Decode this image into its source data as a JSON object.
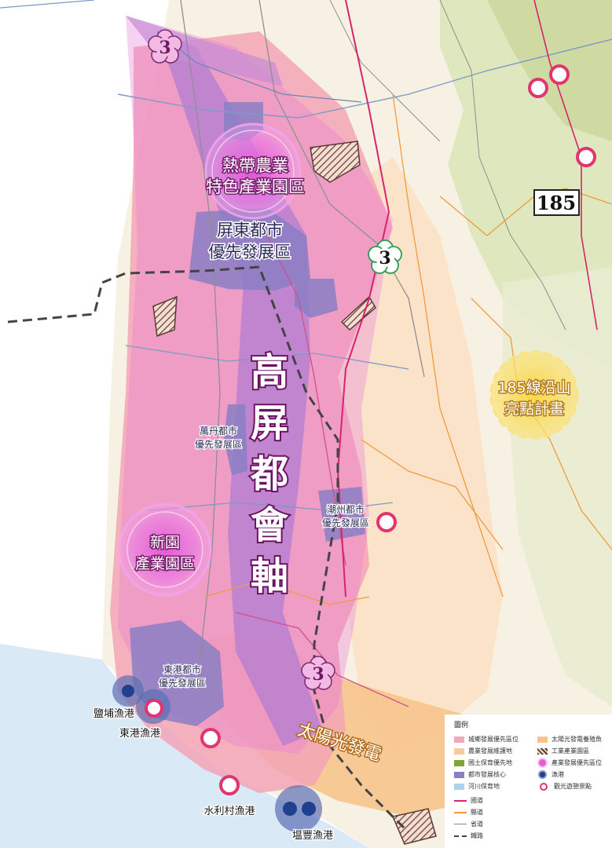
{
  "map": {
    "axis_title": "高屏都會軸",
    "axis_chars": [
      "高",
      "屏",
      "都",
      "會",
      "軸"
    ],
    "labels": {
      "tropical_park": [
        "熱帶農業",
        "特色產業園區"
      ],
      "pingtung_city": [
        "屏東都市",
        "優先發展區"
      ],
      "wandan_city": [
        "萬丹都市",
        "優先發展區"
      ],
      "chaozhou_city": [
        "潮州都市",
        "優先發展區"
      ],
      "xinyuan_park": [
        "新園",
        "產業園區"
      ],
      "donggang_city": [
        "東港都市",
        "優先發展區"
      ],
      "route185_plan": [
        "185線沿山",
        "亮點計畫"
      ],
      "solar": "太陽光發電",
      "yanpu_port": "鹽埔漁港",
      "donggang_port": "東港漁港",
      "shuilicun_port": "水利村漁港",
      "tapu_port": "塭豐漁港"
    },
    "shields": {
      "highway_3": "3",
      "route_185": "185"
    }
  },
  "legend": {
    "title": "圖例",
    "items_left": [
      {
        "label": "城鄉發展優先區位",
        "color": "#f4a7b9"
      },
      {
        "label": "農業發展維護地",
        "color": "#f8c99a"
      },
      {
        "label": "國土保育優先地",
        "color": "#7ea43a"
      },
      {
        "label": "都市發展核心",
        "color": "#8a7fc4"
      },
      {
        "label": "河川保育地",
        "color": "#a9d3ef"
      }
    ],
    "lines": [
      {
        "label": "國道",
        "color": "#d6246e"
      },
      {
        "label": "縣道",
        "color": "#f09a3c"
      },
      {
        "label": "省道",
        "color": "#888888"
      },
      {
        "label": "鐵路",
        "color": "#444444"
      }
    ],
    "items_right": [
      {
        "label": "太陽光發電養殖魚",
        "color": "#f6c48c"
      },
      {
        "label": "工業產業園區",
        "color": "#b08a78"
      },
      {
        "label": "產業發展優先區位",
        "color": "#e75fd8"
      },
      {
        "label": "漁港",
        "color": "#1f3f8f"
      },
      {
        "label": "觀光遊憩景點",
        "color": "#e2346f"
      }
    ]
  }
}
